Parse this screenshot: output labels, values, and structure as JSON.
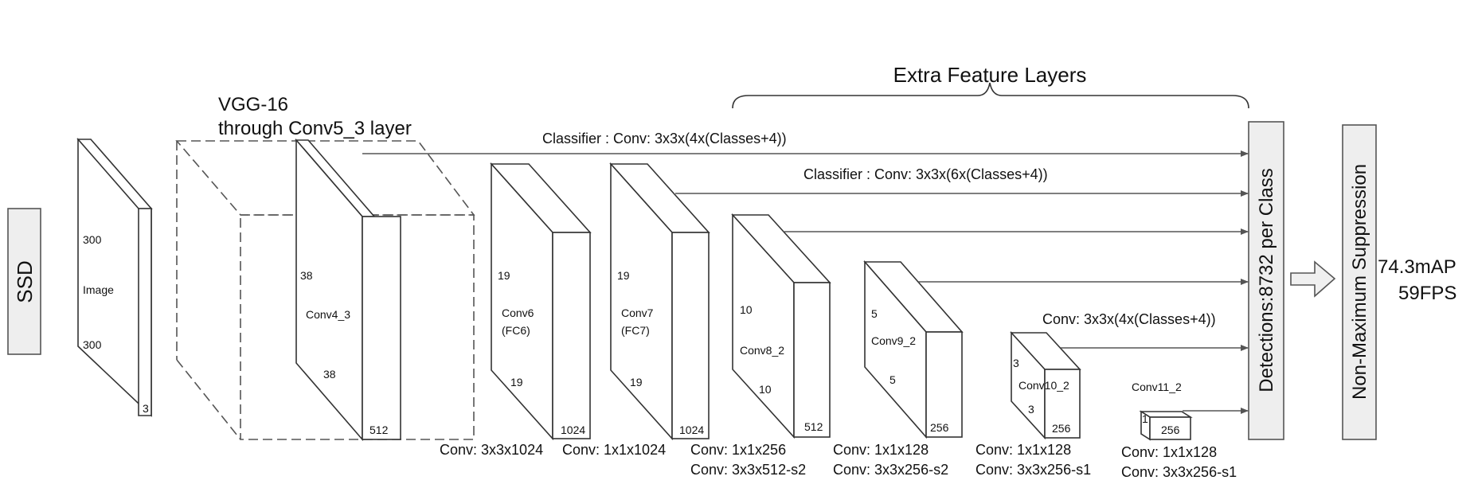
{
  "ssd_label": "SSD",
  "vgg": {
    "line1": "VGG-16",
    "line2": "through Conv5_3 layer"
  },
  "extra_feature_layers": "Extra Feature Layers",
  "image_block": {
    "name": "Image",
    "h": "300",
    "w": "300",
    "c": "3"
  },
  "blocks": {
    "conv4_3": {
      "name": "Conv4_3",
      "h": "38",
      "w": "38",
      "c": "512"
    },
    "conv6": {
      "name_line1": "Conv6",
      "name_line2": "(FC6)",
      "h": "19",
      "w": "19",
      "c": "1024"
    },
    "conv7": {
      "name_line1": "Conv7",
      "name_line2": "(FC7)",
      "h": "19",
      "w": "19",
      "c": "1024"
    },
    "conv8_2": {
      "name": "Conv8_2",
      "h": "10",
      "w": "10",
      "c": "512"
    },
    "conv9_2": {
      "name": "Conv9_2",
      "h": "5",
      "w": "5",
      "c": "256"
    },
    "conv10_2": {
      "name": "Conv10_2",
      "h": "3",
      "w": "3",
      "c": "256"
    },
    "conv11_2": {
      "name": "Conv11_2",
      "h": "1",
      "c": "256"
    }
  },
  "classifiers": {
    "c1": "Classifier : Conv: 3x3x(4x(Classes+4))",
    "c2": "Classifier : Conv: 3x3x(6x(Classes+4))",
    "c3": "Conv: 3x3x(4x(Classes+4))"
  },
  "bottom_labels": {
    "conv6": "Conv: 3x3x1024",
    "conv7": "Conv: 1x1x1024",
    "conv8_a": "Conv: 1x1x256",
    "conv8_b": "Conv:  3x3x512-s2",
    "conv9_a": "Conv: 1x1x128",
    "conv9_b": "Conv: 3x3x256-s2",
    "conv10_a": "Conv: 1x1x128",
    "conv10_b": "Conv: 3x3x256-s1",
    "conv11_a": "Conv: 1x1x128",
    "conv11_b": "Conv: 3x3x256-s1"
  },
  "detections": "Detections:8732  per Class",
  "nms": "Non-Maximum Suppression",
  "result": {
    "map": "74.3mAP",
    "fps": "59FPS"
  }
}
